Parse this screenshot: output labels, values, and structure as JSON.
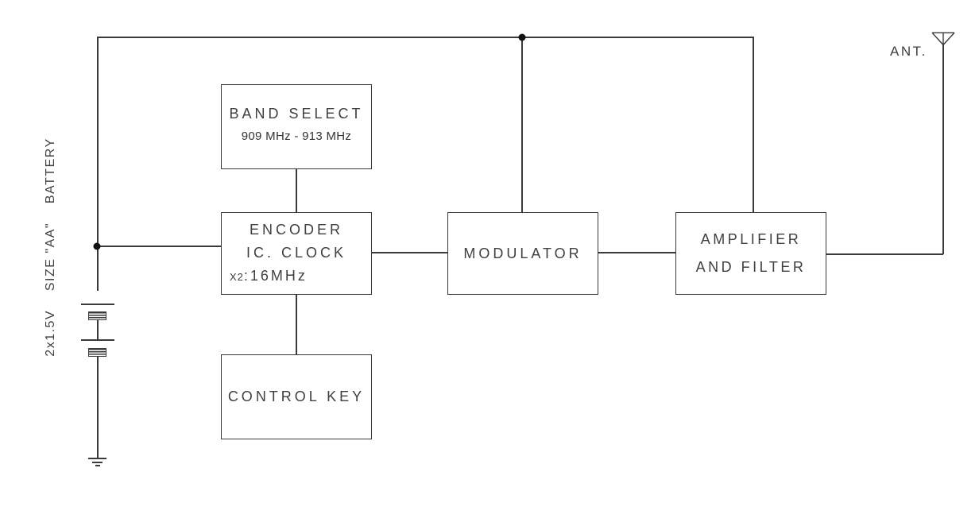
{
  "blocks": {
    "band_select": {
      "title": "BAND SELECT",
      "subtitle": "909 MHz - 913 MHz"
    },
    "encoder": {
      "line1": "ENCODER",
      "line2": "IC. CLOCK",
      "clock_prefix": "X2",
      "clock_value": ":16MHz"
    },
    "modulator": {
      "title": "MODULATOR"
    },
    "amplifier": {
      "line1": "AMPLIFIER",
      "line2": "AND FILTER"
    },
    "control_key": {
      "title": "CONTROL KEY"
    }
  },
  "labels": {
    "antenna": "ANT.",
    "battery": "2x1.5V    SIZE \"AA\"    BATTERY"
  },
  "colors": {
    "line": "#3a3a3a",
    "text": "#3f3f3f",
    "background": "#ffffff",
    "junction": "#111111"
  }
}
